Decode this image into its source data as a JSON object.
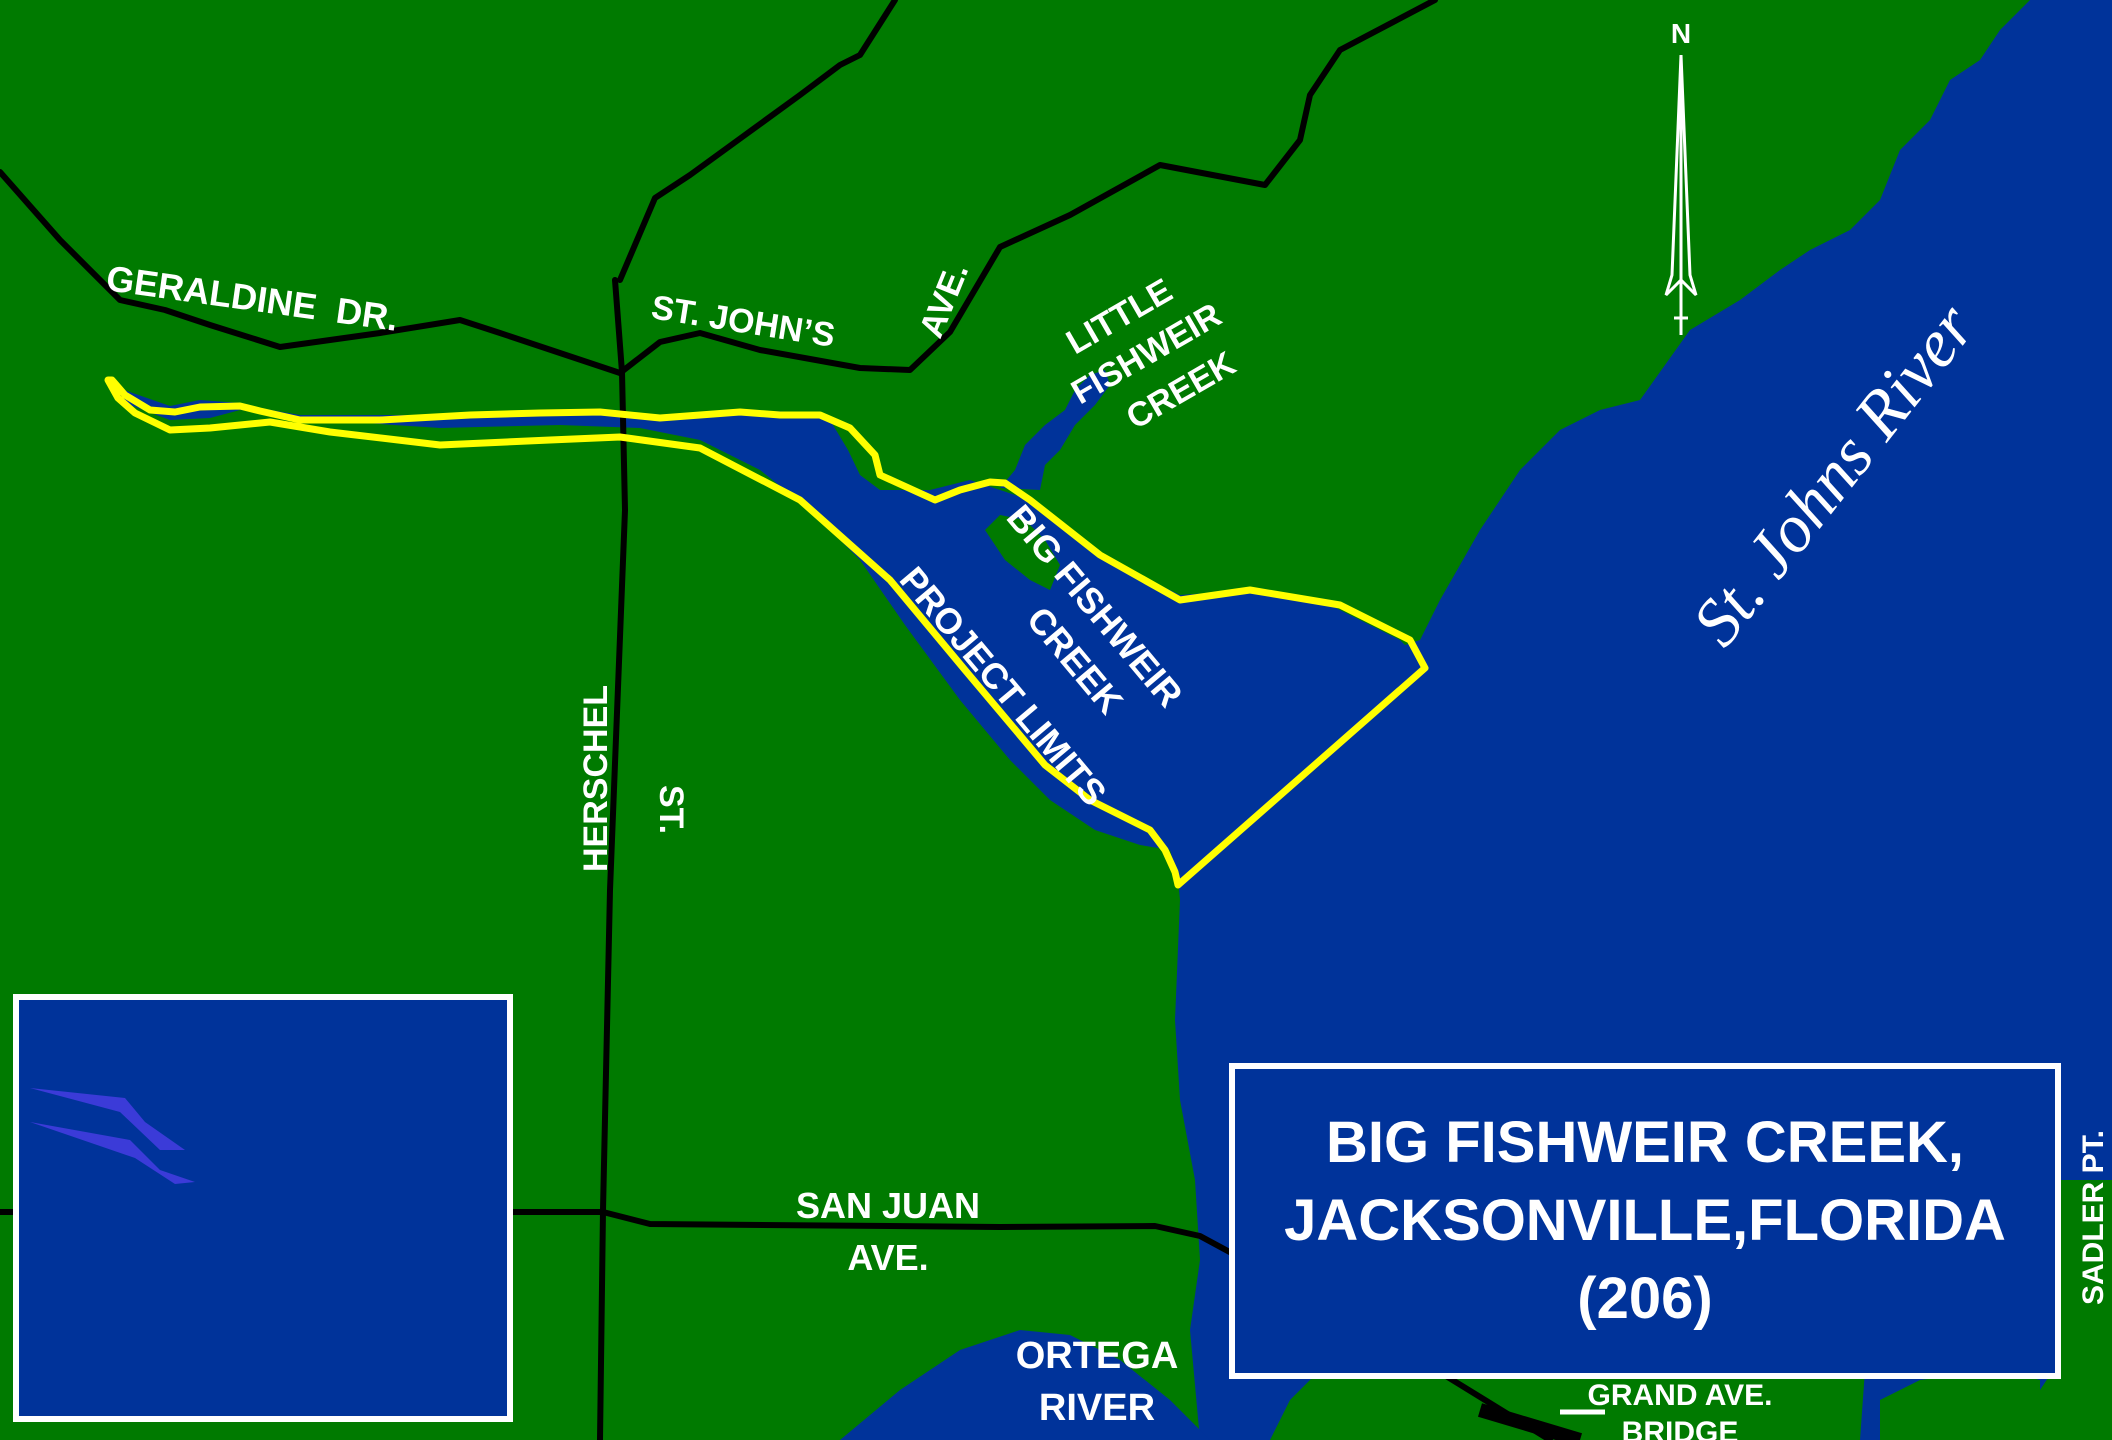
{
  "colors": {
    "land": "#007a00",
    "water": "#00339a",
    "road": "#000000",
    "project_outline": "#ffff00",
    "label": "#ffffff"
  },
  "labels": {
    "geraldine": "GERALDINE  DR.",
    "st_johns_ave_1": "ST. JOHN’S",
    "st_johns_ave_2": "AVE.",
    "little_fishweir_1": "LITTLE",
    "little_fishweir_2": "FISHWEIR",
    "little_fishweir_3": "CREEK",
    "big_fishweir_1": "BIG FISHWEIR",
    "big_fishweir_2": "CREEK",
    "project_limits": "PROJECT LIMITS",
    "herschel_1": "HERSCHEL",
    "herschel_2": "ST.",
    "st_johns_river": "St. Johns River",
    "san_juan_1": "SAN JUAN",
    "san_juan_2": "AVE.",
    "ortega_1": "ORTEGA",
    "ortega_2": "RIVER",
    "grand_ave_1": "GRAND AVE.",
    "grand_ave_2": "BRIDGE",
    "sadler_pt": "SADLER PT."
  },
  "title_box": {
    "line1": "BIG FISHWEIR CREEK,",
    "line2": "JACKSONVILLE,FLORIDA",
    "line3": "(206)"
  },
  "compass": {
    "north_label": "N"
  },
  "icons": {
    "compass": "north-arrow-icon",
    "inset": "florida-inset-icon"
  }
}
